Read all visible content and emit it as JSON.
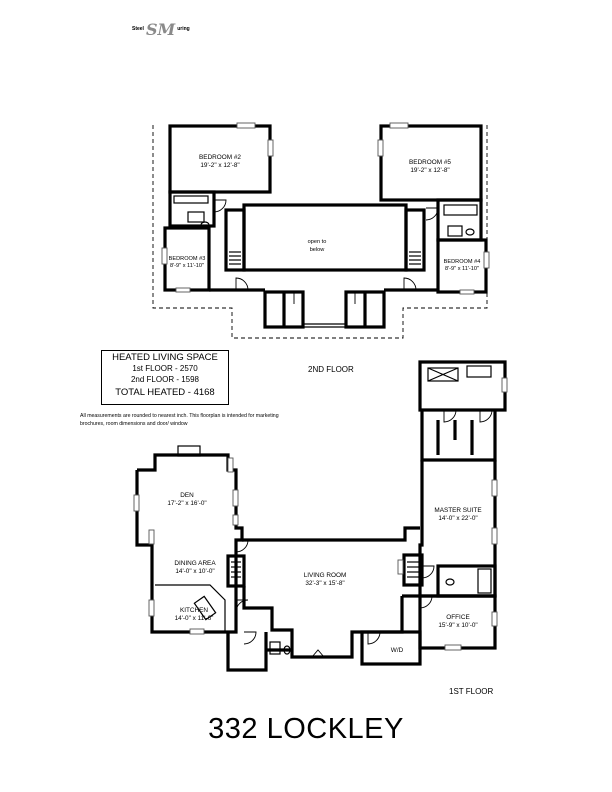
{
  "logo": {
    "text_left": "Steel",
    "text_right": "uring"
  },
  "floors": {
    "second": "2ND FLOOR",
    "first": "1ST FLOOR"
  },
  "heated": {
    "title": "HEATED LIVING SPACE",
    "first": "1st FLOOR - 2570",
    "second": "2nd FLOOR - 1598",
    "total": "TOTAL HEATED - 4168"
  },
  "disclaimer": "All measurements are rounded to nearest inch. This floorplan is intended for marketing brochures, room dimensions and door/ window",
  "rooms_2nd": {
    "bed2_name": "BEDROOM #2",
    "bed2_dim": "19'-2\" x 12'-8\"",
    "bed5_name": "BEDROOM #5",
    "bed5_dim": "19'-2\" x 12'-8\"",
    "bed3_name": "BEDROOM #3",
    "bed3_dim": "8'-9\" x 11'-10\"",
    "bed4_name": "BEDROOM #4",
    "bed4_dim": "8'-9\" x 11'-10\"",
    "open_1": "open to",
    "open_2": "below"
  },
  "rooms_1st": {
    "den_name": "DEN",
    "den_dim": "17'-2\" x 16'-0\"",
    "dining_name": "DINING AREA",
    "dining_dim": "14'-0\" x 10'-0\"",
    "kitchen_name": "KITCHEN",
    "kitchen_dim": "14'-0\" x 11'-6\"",
    "living_name": "LIVING ROOM",
    "living_dim": "32'-3\" x 15'-8\"",
    "master_name": "MASTER SUITE",
    "master_dim": "14'-0\" x 22'-0\"",
    "office_name": "OFFICE",
    "office_dim": "15'-9\" x 10'-0\"",
    "wd": "W/D"
  },
  "address": "332 LOCKLEY"
}
